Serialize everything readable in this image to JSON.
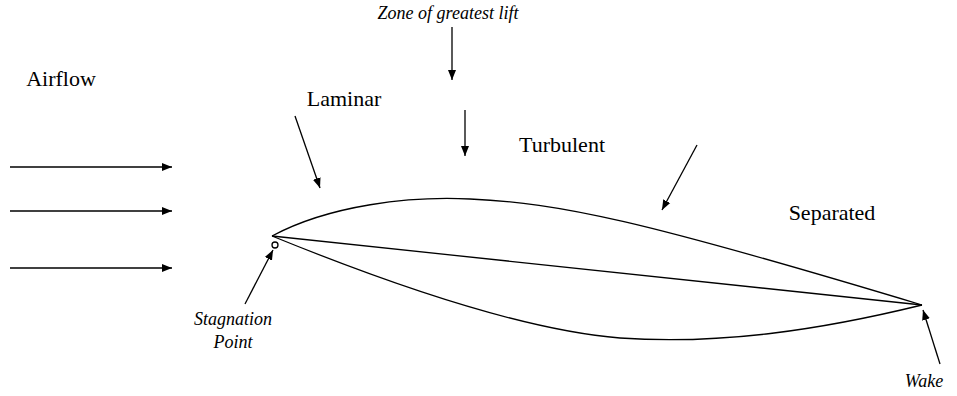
{
  "diagram": {
    "labels": [
      "Zone of greatest lift",
      "Airflow",
      "Laminar",
      "Turbulent",
      "Separated",
      "Stagnation Point",
      "Wake"
    ]
  }
}
